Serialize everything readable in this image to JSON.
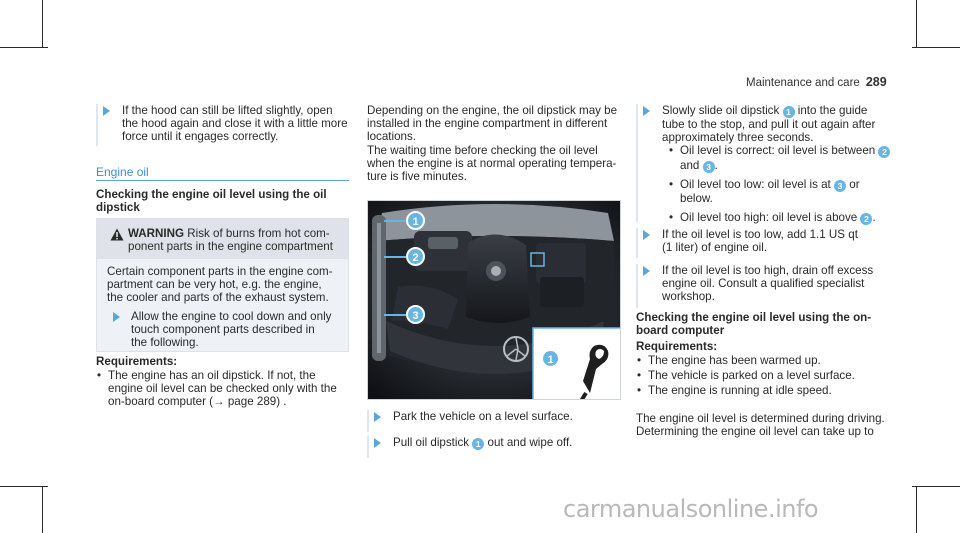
{
  "header": {
    "section": "Maintenance and care",
    "page": "289"
  },
  "col1": {
    "intro_step": [
      "If the hood can still be lifted slightly, open",
      "the hood again and close it with a little more",
      "force until it engages correctly."
    ],
    "section_title": "Engine oil",
    "sub_heading": [
      "Checking the engine oil level using the oil",
      "dipstick"
    ],
    "warning": {
      "label": "WARNING",
      "head_lines": [
        "Risk of burns from hot com-",
        "ponent parts in the engine compartment"
      ],
      "body_lines": [
        "Certain component parts in the engine com-",
        "partment can be very hot, e.g. the engine,",
        "the cooler and parts of the exhaust system."
      ],
      "step_lines": [
        "Allow the engine to cool down and only",
        "touch component parts described in",
        "the following."
      ]
    },
    "requirements_label": "Requirements:",
    "req_lines": [
      "The engine has an oil dipstick. If not, the",
      "engine oil level can be checked only with the",
      "on-board computer (→ page 289) ."
    ]
  },
  "col2": {
    "para_lines": [
      "Depending on the engine, the oil dipstick may be",
      "installed in the engine compartment in different",
      "locations.",
      "The waiting time before checking the oil level",
      "when the engine is at normal operating tempera-",
      "ture is five minutes."
    ],
    "photo_callouts": [
      "1",
      "2",
      "3",
      "1"
    ],
    "step1": "Park the vehicle on a level surface.",
    "step2_pre": "Pull oil dipstick",
    "step2_num": "1",
    "step2_post": "out and wipe off."
  },
  "col3": {
    "step1_line1_pre": "Slowly slide oil dipstick",
    "step1_num": "1",
    "step1_line1_post": "into the guide",
    "step1_lines": [
      "tube to the stop, and pull it out again after",
      "approximately three seconds."
    ],
    "b1_pre": "Oil level is correct: oil level is between",
    "b1_num_a": "2",
    "b1_and": "and",
    "b1_num_b": "3",
    "b2_pre": "Oil level too low: oil level is at",
    "b2_num": "3",
    "b2_post": "or",
    "b2_line2": "below.",
    "b3_pre": "Oil level too high: oil level is above",
    "b3_num": "2",
    "step2_lines": [
      "If the oil level is too low, add 1.1 US qt",
      "(1 liter) of engine oil."
    ],
    "step3_lines": [
      "If the oil level is too high, drain off excess",
      "engine oil. Consult a qualified specialist",
      "workshop."
    ],
    "heading_lines": [
      "Checking the engine oil level using the on-",
      "board computer"
    ],
    "requirements_label": "Requirements:",
    "reqs": [
      "The engine has been warmed up.",
      "The vehicle is parked on a level surface.",
      "The engine is running at idle speed."
    ],
    "final_lines": [
      "The engine oil level is determined during driving.",
      "Determining the engine oil level can take up to"
    ]
  },
  "watermark": "carmanualsonline.info",
  "colors": {
    "accent": "#3c8fcf",
    "callout": "#67b5e4",
    "rule": "#58a6da"
  }
}
